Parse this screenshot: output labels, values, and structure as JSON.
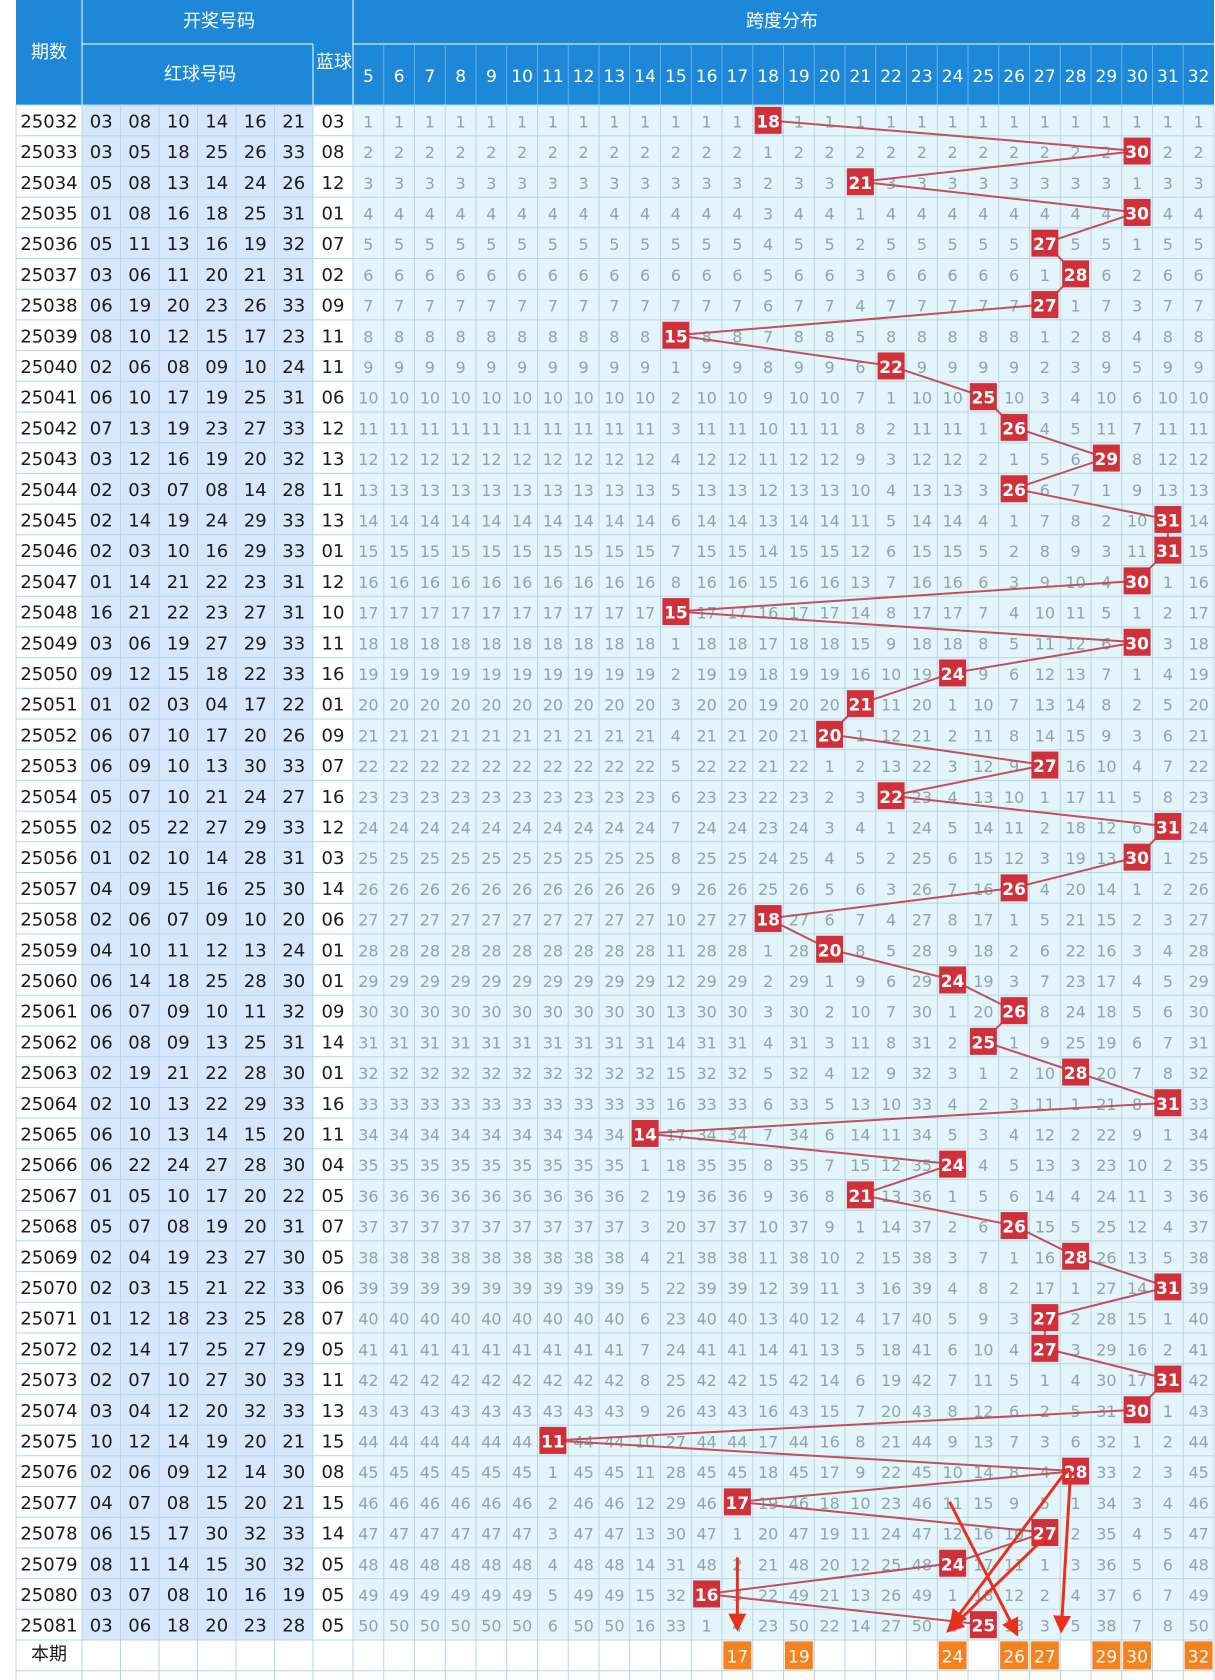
{
  "header": {
    "period_label": "期数",
    "draw_numbers_label": "开奖号码",
    "red_ball_label": "红球号码",
    "blue_ball_label": "蓝球",
    "span_dist_label": "跨度分布",
    "current_label": "本期"
  },
  "colors": {
    "header_bg": "#1e88d8",
    "red_area_bg": "#d6e6fb",
    "blue_area_bg": "#ffffff",
    "span_area_bg": "#e3f5fb",
    "hit_red": "#d0303a",
    "trend_line": "#c0505a",
    "forecast_orange": "#f58220",
    "arrow_red": "#e8301c"
  },
  "chart_data": {
    "type": "table",
    "span_columns": [
      5,
      6,
      7,
      8,
      9,
      10,
      11,
      12,
      13,
      14,
      15,
      16,
      17,
      18,
      19,
      20,
      21,
      22,
      23,
      24,
      25,
      26,
      27,
      28,
      29,
      30,
      31,
      32
    ],
    "rows": [
      {
        "period": "25032",
        "red": [
          "03",
          "08",
          "10",
          "14",
          "16",
          "21"
        ],
        "blue": "03",
        "span": 18
      },
      {
        "period": "25033",
        "red": [
          "03",
          "05",
          "18",
          "25",
          "26",
          "33"
        ],
        "blue": "08",
        "span": 30
      },
      {
        "period": "25034",
        "red": [
          "05",
          "08",
          "13",
          "14",
          "24",
          "26"
        ],
        "blue": "12",
        "span": 21
      },
      {
        "period": "25035",
        "red": [
          "01",
          "08",
          "16",
          "18",
          "25",
          "31"
        ],
        "blue": "01",
        "span": 30
      },
      {
        "period": "25036",
        "red": [
          "05",
          "11",
          "13",
          "16",
          "19",
          "32"
        ],
        "blue": "07",
        "span": 27
      },
      {
        "period": "25037",
        "red": [
          "03",
          "06",
          "11",
          "20",
          "21",
          "31"
        ],
        "blue": "02",
        "span": 28
      },
      {
        "period": "25038",
        "red": [
          "06",
          "19",
          "20",
          "23",
          "26",
          "33"
        ],
        "blue": "09",
        "span": 27
      },
      {
        "period": "25039",
        "red": [
          "08",
          "10",
          "12",
          "15",
          "17",
          "23"
        ],
        "blue": "11",
        "span": 15
      },
      {
        "period": "25040",
        "red": [
          "02",
          "06",
          "08",
          "09",
          "10",
          "24"
        ],
        "blue": "11",
        "span": 22
      },
      {
        "period": "25041",
        "red": [
          "06",
          "10",
          "17",
          "19",
          "25",
          "31"
        ],
        "blue": "06",
        "span": 25
      },
      {
        "period": "25042",
        "red": [
          "07",
          "13",
          "19",
          "23",
          "27",
          "33"
        ],
        "blue": "12",
        "span": 26
      },
      {
        "period": "25043",
        "red": [
          "03",
          "12",
          "16",
          "19",
          "20",
          "32"
        ],
        "blue": "13",
        "span": 29
      },
      {
        "period": "25044",
        "red": [
          "02",
          "03",
          "07",
          "08",
          "14",
          "28"
        ],
        "blue": "11",
        "span": 26
      },
      {
        "period": "25045",
        "red": [
          "02",
          "14",
          "19",
          "24",
          "29",
          "33"
        ],
        "blue": "13",
        "span": 31
      },
      {
        "period": "25046",
        "red": [
          "02",
          "03",
          "10",
          "16",
          "29",
          "33"
        ],
        "blue": "01",
        "span": 31
      },
      {
        "period": "25047",
        "red": [
          "01",
          "14",
          "21",
          "22",
          "23",
          "31"
        ],
        "blue": "12",
        "span": 30
      },
      {
        "period": "25048",
        "red": [
          "16",
          "21",
          "22",
          "23",
          "27",
          "31"
        ],
        "blue": "10",
        "span": 15
      },
      {
        "period": "25049",
        "red": [
          "03",
          "06",
          "19",
          "27",
          "29",
          "33"
        ],
        "blue": "11",
        "span": 30
      },
      {
        "period": "25050",
        "red": [
          "09",
          "12",
          "15",
          "18",
          "22",
          "33"
        ],
        "blue": "16",
        "span": 24
      },
      {
        "period": "25051",
        "red": [
          "01",
          "02",
          "03",
          "04",
          "17",
          "22"
        ],
        "blue": "01",
        "span": 21
      },
      {
        "period": "25052",
        "red": [
          "06",
          "07",
          "10",
          "17",
          "20",
          "26"
        ],
        "blue": "09",
        "span": 20
      },
      {
        "period": "25053",
        "red": [
          "06",
          "09",
          "10",
          "13",
          "30",
          "33"
        ],
        "blue": "07",
        "span": 27
      },
      {
        "period": "25054",
        "red": [
          "05",
          "07",
          "10",
          "21",
          "24",
          "27"
        ],
        "blue": "16",
        "span": 22
      },
      {
        "period": "25055",
        "red": [
          "02",
          "05",
          "22",
          "27",
          "29",
          "33"
        ],
        "blue": "12",
        "span": 31
      },
      {
        "period": "25056",
        "red": [
          "01",
          "02",
          "10",
          "14",
          "28",
          "31"
        ],
        "blue": "03",
        "span": 30
      },
      {
        "period": "25057",
        "red": [
          "04",
          "09",
          "15",
          "16",
          "25",
          "30"
        ],
        "blue": "14",
        "span": 26
      },
      {
        "period": "25058",
        "red": [
          "02",
          "06",
          "07",
          "09",
          "10",
          "20"
        ],
        "blue": "06",
        "span": 18
      },
      {
        "period": "25059",
        "red": [
          "04",
          "10",
          "11",
          "12",
          "13",
          "24"
        ],
        "blue": "01",
        "span": 20
      },
      {
        "period": "25060",
        "red": [
          "06",
          "14",
          "18",
          "25",
          "28",
          "30"
        ],
        "blue": "01",
        "span": 24
      },
      {
        "period": "25061",
        "red": [
          "06",
          "07",
          "09",
          "10",
          "11",
          "32"
        ],
        "blue": "09",
        "span": 26
      },
      {
        "period": "25062",
        "red": [
          "06",
          "08",
          "09",
          "13",
          "25",
          "31"
        ],
        "blue": "14",
        "span": 25
      },
      {
        "period": "25063",
        "red": [
          "02",
          "19",
          "21",
          "22",
          "28",
          "30"
        ],
        "blue": "01",
        "span": 28
      },
      {
        "period": "25064",
        "red": [
          "02",
          "10",
          "13",
          "22",
          "29",
          "33"
        ],
        "blue": "16",
        "span": 31
      },
      {
        "period": "25065",
        "red": [
          "06",
          "10",
          "13",
          "14",
          "15",
          "20"
        ],
        "blue": "11",
        "span": 14
      },
      {
        "period": "25066",
        "red": [
          "06",
          "22",
          "24",
          "27",
          "28",
          "30"
        ],
        "blue": "04",
        "span": 24
      },
      {
        "period": "25067",
        "red": [
          "01",
          "05",
          "10",
          "17",
          "20",
          "22"
        ],
        "blue": "05",
        "span": 21
      },
      {
        "period": "25068",
        "red": [
          "05",
          "07",
          "08",
          "19",
          "20",
          "31"
        ],
        "blue": "07",
        "span": 26
      },
      {
        "period": "25069",
        "red": [
          "02",
          "04",
          "19",
          "23",
          "27",
          "30"
        ],
        "blue": "05",
        "span": 28
      },
      {
        "period": "25070",
        "red": [
          "02",
          "03",
          "15",
          "21",
          "22",
          "33"
        ],
        "blue": "06",
        "span": 31
      },
      {
        "period": "25071",
        "red": [
          "01",
          "12",
          "18",
          "23",
          "25",
          "28"
        ],
        "blue": "07",
        "span": 27
      },
      {
        "period": "25072",
        "red": [
          "02",
          "14",
          "17",
          "25",
          "27",
          "29"
        ],
        "blue": "05",
        "span": 27
      },
      {
        "period": "25073",
        "red": [
          "02",
          "07",
          "10",
          "27",
          "30",
          "33"
        ],
        "blue": "11",
        "span": 31
      },
      {
        "period": "25074",
        "red": [
          "03",
          "04",
          "12",
          "20",
          "32",
          "33"
        ],
        "blue": "13",
        "span": 30
      },
      {
        "period": "25075",
        "red": [
          "10",
          "12",
          "14",
          "19",
          "20",
          "21"
        ],
        "blue": "15",
        "span": 11
      },
      {
        "period": "25076",
        "red": [
          "02",
          "06",
          "09",
          "12",
          "14",
          "30"
        ],
        "blue": "08",
        "span": 28
      },
      {
        "period": "25077",
        "red": [
          "04",
          "07",
          "08",
          "15",
          "20",
          "21"
        ],
        "blue": "15",
        "span": 17
      },
      {
        "period": "25078",
        "red": [
          "06",
          "15",
          "17",
          "30",
          "32",
          "33"
        ],
        "blue": "14",
        "span": 27
      },
      {
        "period": "25079",
        "red": [
          "08",
          "11",
          "14",
          "15",
          "30",
          "32"
        ],
        "blue": "05",
        "span": 24
      },
      {
        "period": "25080",
        "red": [
          "03",
          "07",
          "08",
          "10",
          "16",
          "19"
        ],
        "blue": "05",
        "span": 16
      },
      {
        "period": "25081",
        "red": [
          "03",
          "06",
          "18",
          "20",
          "23",
          "28"
        ],
        "blue": "05",
        "span": 25
      }
    ],
    "forecast_spans": [
      17,
      19,
      24,
      26,
      27,
      29,
      30,
      32
    ]
  }
}
